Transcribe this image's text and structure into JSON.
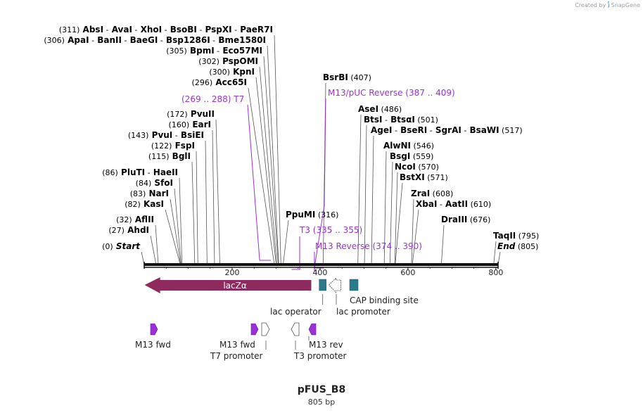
{
  "credit": {
    "prefix": "Created by",
    "brand": "SnapGene"
  },
  "plasmid": {
    "name": "pFUS_B8",
    "length_label": "805 bp",
    "length": 805
  },
  "colors": {
    "enzyme": "#000000",
    "primer": "#9b30d9",
    "lacZ": "#8e2a5d",
    "operator": "#2a7a8c",
    "line": "#555555"
  },
  "enzymes": [
    {
      "parts": [
        {
          "t": "(311)",
          "b": false
        },
        {
          "t": "AbsI",
          "b": true
        },
        {
          "t": "-",
          "b": false
        },
        {
          "t": "AvaI",
          "b": true
        },
        {
          "t": "-",
          "b": false
        },
        {
          "t": "XhoI",
          "b": true
        },
        {
          "t": "-",
          "b": false
        },
        {
          "t": "BsoBI",
          "b": true
        },
        {
          "t": "-",
          "b": false
        },
        {
          "t": "PspXI",
          "b": true
        },
        {
          "t": "-",
          "b": false
        },
        {
          "t": "PaeR7I",
          "b": true
        }
      ],
      "site": 311
    },
    {
      "parts": [
        {
          "t": "(306)",
          "b": false
        },
        {
          "t": "ApaI",
          "b": true
        },
        {
          "t": "-",
          "b": false
        },
        {
          "t": "BanII",
          "b": true
        },
        {
          "t": "-",
          "b": false
        },
        {
          "t": "BaeGI",
          "b": true
        },
        {
          "t": "-",
          "b": false
        },
        {
          "t": "Bsp1286I",
          "b": true
        },
        {
          "t": "-",
          "b": false
        },
        {
          "t": "Bme1580I",
          "b": true
        }
      ],
      "site": 306
    },
    {
      "parts": [
        {
          "t": "(305)",
          "b": false
        },
        {
          "t": "BpmI",
          "b": true
        },
        {
          "t": "-",
          "b": false
        },
        {
          "t": "Eco57MI",
          "b": true
        }
      ],
      "site": 305
    },
    {
      "parts": [
        {
          "t": "(302)",
          "b": false
        },
        {
          "t": "PspOMI",
          "b": true
        }
      ],
      "site": 302
    },
    {
      "parts": [
        {
          "t": "(300)",
          "b": false
        },
        {
          "t": "KpnI",
          "b": true
        }
      ],
      "site": 300
    },
    {
      "parts": [
        {
          "t": "(296)",
          "b": false
        },
        {
          "t": "Acc65I",
          "b": true
        }
      ],
      "site": 296
    },
    {
      "parts": [
        {
          "t": "(172)",
          "b": false
        },
        {
          "t": "PvuII",
          "b": true
        }
      ],
      "site": 172
    },
    {
      "parts": [
        {
          "t": "(160)",
          "b": false
        },
        {
          "t": "EarI",
          "b": true
        }
      ],
      "site": 160
    },
    {
      "parts": [
        {
          "t": "(143)",
          "b": false
        },
        {
          "t": "PvuI",
          "b": true
        },
        {
          "t": "-",
          "b": false
        },
        {
          "t": "BsiEI",
          "b": true
        }
      ],
      "site": 143
    },
    {
      "parts": [
        {
          "t": "(122)",
          "b": false
        },
        {
          "t": "FspI",
          "b": true
        }
      ],
      "site": 122
    },
    {
      "parts": [
        {
          "t": "(115)",
          "b": false
        },
        {
          "t": "BglI",
          "b": true
        }
      ],
      "site": 115
    },
    {
      "parts": [
        {
          "t": "(86)",
          "b": false
        },
        {
          "t": "PluTI",
          "b": true
        },
        {
          "t": "-",
          "b": false
        },
        {
          "t": "HaeII",
          "b": true
        }
      ],
      "site": 86
    },
    {
      "parts": [
        {
          "t": "(84)",
          "b": false
        },
        {
          "t": "SfoI",
          "b": true
        }
      ],
      "site": 84
    },
    {
      "parts": [
        {
          "t": "(83)",
          "b": false
        },
        {
          "t": "NarI",
          "b": true
        }
      ],
      "site": 83
    },
    {
      "parts": [
        {
          "t": "(82)",
          "b": false
        },
        {
          "t": "KasI",
          "b": true
        }
      ],
      "site": 82
    },
    {
      "parts": [
        {
          "t": "(32)",
          "b": false
        },
        {
          "t": "AflII",
          "b": true
        }
      ],
      "site": 32
    },
    {
      "parts": [
        {
          "t": "(27)",
          "b": false
        },
        {
          "t": "AhdI",
          "b": true
        }
      ],
      "site": 27
    },
    {
      "parts": [
        {
          "t": "(0)",
          "b": false
        },
        {
          "t": "Start",
          "b": true,
          "i": true
        }
      ],
      "site": 0
    },
    {
      "parts": [
        {
          "t": "BsrBI",
          "b": true
        },
        {
          "t": "(407)",
          "b": false
        }
      ],
      "site": 407
    },
    {
      "parts": [
        {
          "t": "AseI",
          "b": true
        },
        {
          "t": "(486)",
          "b": false
        }
      ],
      "site": 486
    },
    {
      "parts": [
        {
          "t": "BtsI",
          "b": true
        },
        {
          "t": "-",
          "b": false
        },
        {
          "t": "BtsαI",
          "b": true
        },
        {
          "t": "(501)",
          "b": false
        }
      ],
      "site": 501
    },
    {
      "parts": [
        {
          "t": "AgeI",
          "b": true
        },
        {
          "t": "-",
          "b": false
        },
        {
          "t": "BseRI",
          "b": true
        },
        {
          "t": "-",
          "b": false
        },
        {
          "t": "SgrAI",
          "b": true
        },
        {
          "t": "-",
          "b": false
        },
        {
          "t": "BsaWI",
          "b": true
        },
        {
          "t": "(517)",
          "b": false
        }
      ],
      "site": 517
    },
    {
      "parts": [
        {
          "t": "AlwNI",
          "b": true
        },
        {
          "t": "(546)",
          "b": false
        }
      ],
      "site": 546
    },
    {
      "parts": [
        {
          "t": "BsgI",
          "b": true
        },
        {
          "t": "(559)",
          "b": false
        }
      ],
      "site": 559
    },
    {
      "parts": [
        {
          "t": "NcoI",
          "b": true
        },
        {
          "t": "(570)",
          "b": false
        }
      ],
      "site": 570
    },
    {
      "parts": [
        {
          "t": "BstXI",
          "b": true
        },
        {
          "t": "(571)",
          "b": false
        }
      ],
      "site": 571
    },
    {
      "parts": [
        {
          "t": "ZraI",
          "b": true
        },
        {
          "t": "(608)",
          "b": false
        }
      ],
      "site": 608
    },
    {
      "parts": [
        {
          "t": "XbaI",
          "b": true
        },
        {
          "t": "-",
          "b": false
        },
        {
          "t": "AatII",
          "b": true
        },
        {
          "t": "(610)",
          "b": false
        }
      ],
      "site": 610
    },
    {
      "parts": [
        {
          "t": "DraIII",
          "b": true
        },
        {
          "t": "(676)",
          "b": false
        }
      ],
      "site": 676
    },
    {
      "parts": [
        {
          "t": "TaqII",
          "b": true
        },
        {
          "t": "(795)",
          "b": false
        }
      ],
      "site": 795
    },
    {
      "parts": [
        {
          "t": "End",
          "b": true,
          "i": true
        },
        {
          "t": "(805)",
          "b": false
        }
      ],
      "site": 805
    },
    {
      "parts": [
        {
          "t": "PpuMI",
          "b": true
        },
        {
          "t": "(316)",
          "b": false
        }
      ],
      "site": 316
    }
  ],
  "primer_labels": [
    {
      "text": "(269 .. 288)  T7",
      "range": [
        269,
        288
      ]
    },
    {
      "text": "M13/pUC Reverse   (387 .. 409)",
      "range": [
        387,
        409
      ]
    },
    {
      "text": "T3   (335 .. 355)",
      "range": [
        335,
        355
      ]
    },
    {
      "text": "M13 Reverse   (374 .. 390)",
      "range": [
        374,
        390
      ]
    }
  ],
  "ruler": {
    "ticks": [
      "200",
      "400",
      "600",
      "800"
    ],
    "tick_values": [
      200,
      400,
      600,
      800
    ]
  },
  "features": [
    {
      "label": "lacZα",
      "type": "arrow-left",
      "start": 1,
      "end": 380,
      "color": "#8e2a5d"
    },
    {
      "label": "lac operator",
      "type": "box",
      "start": 398,
      "end": 414,
      "color": "#2a7a8c"
    },
    {
      "label": "lac promoter",
      "type": "arrow-left-outline",
      "start": 422,
      "end": 452,
      "color": "#ffffff"
    },
    {
      "label": "CAP binding site",
      "type": "box",
      "start": 467,
      "end": 489,
      "color": "#2a7a8c"
    }
  ],
  "primer_features": [
    {
      "label": "M13 fwd",
      "type": "primer-right",
      "pos": 20
    },
    {
      "label": "M13 fwd",
      "type": "primer-right",
      "pos": 250
    },
    {
      "label": "T7 promoter",
      "type": "promoter-right",
      "pos": 272
    },
    {
      "label": "T3 promoter",
      "type": "promoter-left",
      "pos": 343
    },
    {
      "label": "M13 rev",
      "type": "primer-left",
      "pos": 383
    }
  ]
}
